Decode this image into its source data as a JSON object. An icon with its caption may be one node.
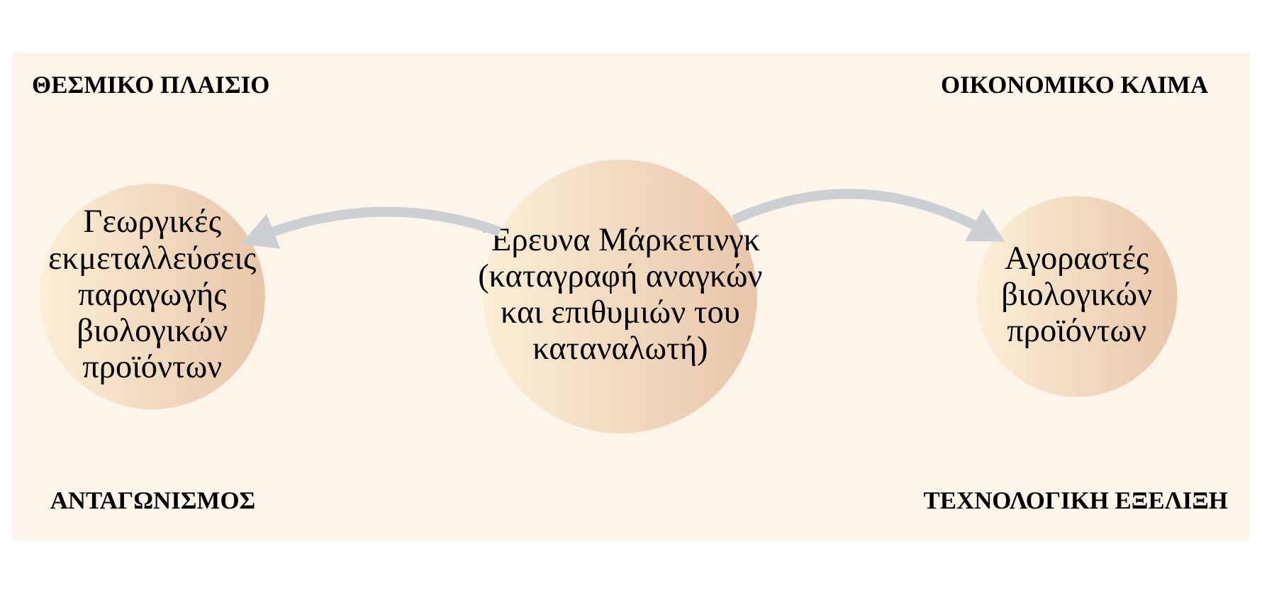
{
  "diagram": {
    "nodes": [
      {
        "text": [
          "Γεωργικές εκμεταλλεύσεις παραγωγής βιολογικών προϊόντων"
        ]
      },
      {
        "text": [
          "΄Ερευνα Μάρκετινγκ (καταγραφή αναγκών και επιθυμιών του καταναλωτή)"
        ]
      },
      {
        "text": [
          "Αγοραστές βιολογικών προϊόντων"
        ]
      }
    ],
    "edges": [
      {
        "from": 1,
        "to": 0,
        "arrow": "to"
      },
      {
        "from": 1,
        "to": 2,
        "arrow": "to"
      }
    ],
    "labels": [
      "ΘΕΣΜΙΚΟ ΠΛΑΙΣΙΟ",
      "ΟΙΚΟΝΟΜΙΚΟ ΚΛΙΜΑ",
      "ΑΝΤΑΓΩΝΙΣΜΟΣ",
      "ΤΕΧΝΟΛΟΓΙΚΗ ΕΞΕΛΙΞΗ"
    ]
  }
}
